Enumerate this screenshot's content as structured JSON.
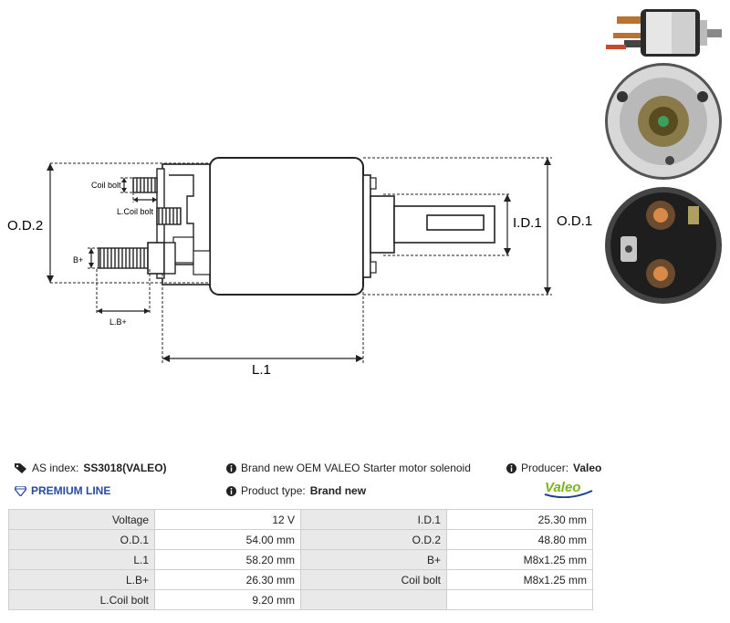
{
  "diagram": {
    "labels": {
      "od2": "O.D.2",
      "od1": "O.D.1",
      "id1": "I.D.1",
      "l1": "L.1",
      "coil_bolt": "Coil bolt",
      "l_coil_bolt": "L.Coil bolt",
      "bplus": "B+",
      "lbplus": "L.B+"
    }
  },
  "info": {
    "as_index_label": "AS index:",
    "as_index_value": "SS3018(VALEO)",
    "description": "Brand new OEM VALEO Starter motor solenoid",
    "producer_label": "Producer:",
    "producer_value": "Valeo",
    "premium_line": "PREMIUM LINE",
    "product_type_label": "Product type:",
    "product_type_value": "Brand new",
    "logo_text": "Valeo"
  },
  "colors": {
    "premium": "#2a4aa0",
    "logo_green": "#7ab51d",
    "logo_blue": "#1d3f8f"
  },
  "specs": [
    [
      {
        "label": "Voltage",
        "value": "12 V"
      },
      {
        "label": "I.D.1",
        "value": "25.30 mm"
      }
    ],
    [
      {
        "label": "O.D.1",
        "value": "54.00 mm"
      },
      {
        "label": "O.D.2",
        "value": "48.80 mm"
      }
    ],
    [
      {
        "label": "L.1",
        "value": "58.20 mm"
      },
      {
        "label": "B+",
        "value": "M8x1.25 mm"
      }
    ],
    [
      {
        "label": "L.B+",
        "value": "26.30 mm"
      },
      {
        "label": "Coil bolt",
        "value": "M8x1.25 mm"
      }
    ],
    [
      {
        "label": "L.Coil bolt",
        "value": "9.20 mm"
      },
      {
        "label": "",
        "value": ""
      }
    ]
  ]
}
